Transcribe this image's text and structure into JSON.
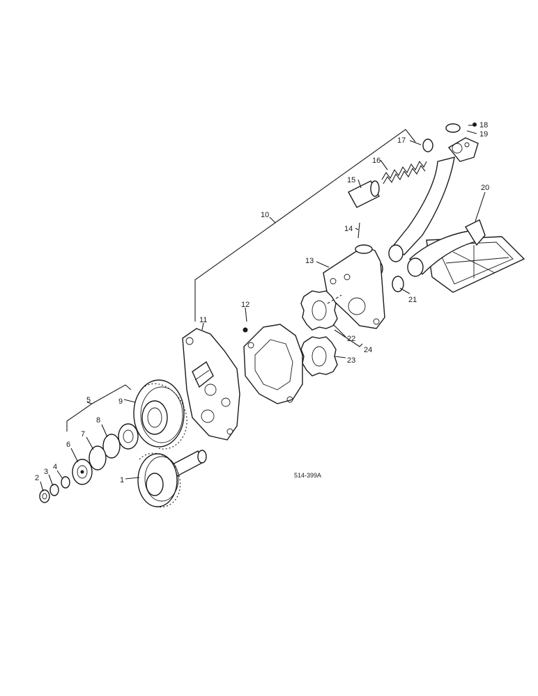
{
  "diagram": {
    "drawing_code": "514-399A",
    "callouts": {
      "c1": "1",
      "c2": "2",
      "c3": "3",
      "c4": "4",
      "c5": "5",
      "c6": "6",
      "c7": "7",
      "c8": "8",
      "c9": "9",
      "c10": "10",
      "c11": "11",
      "c12": "12",
      "c13": "13",
      "c14": "14",
      "c15": "15",
      "c16": "16",
      "c17": "17",
      "c18": "18",
      "c19": "19",
      "c20": "20",
      "c21": "21",
      "c22": "22",
      "c23": "23",
      "c24": "24"
    }
  }
}
